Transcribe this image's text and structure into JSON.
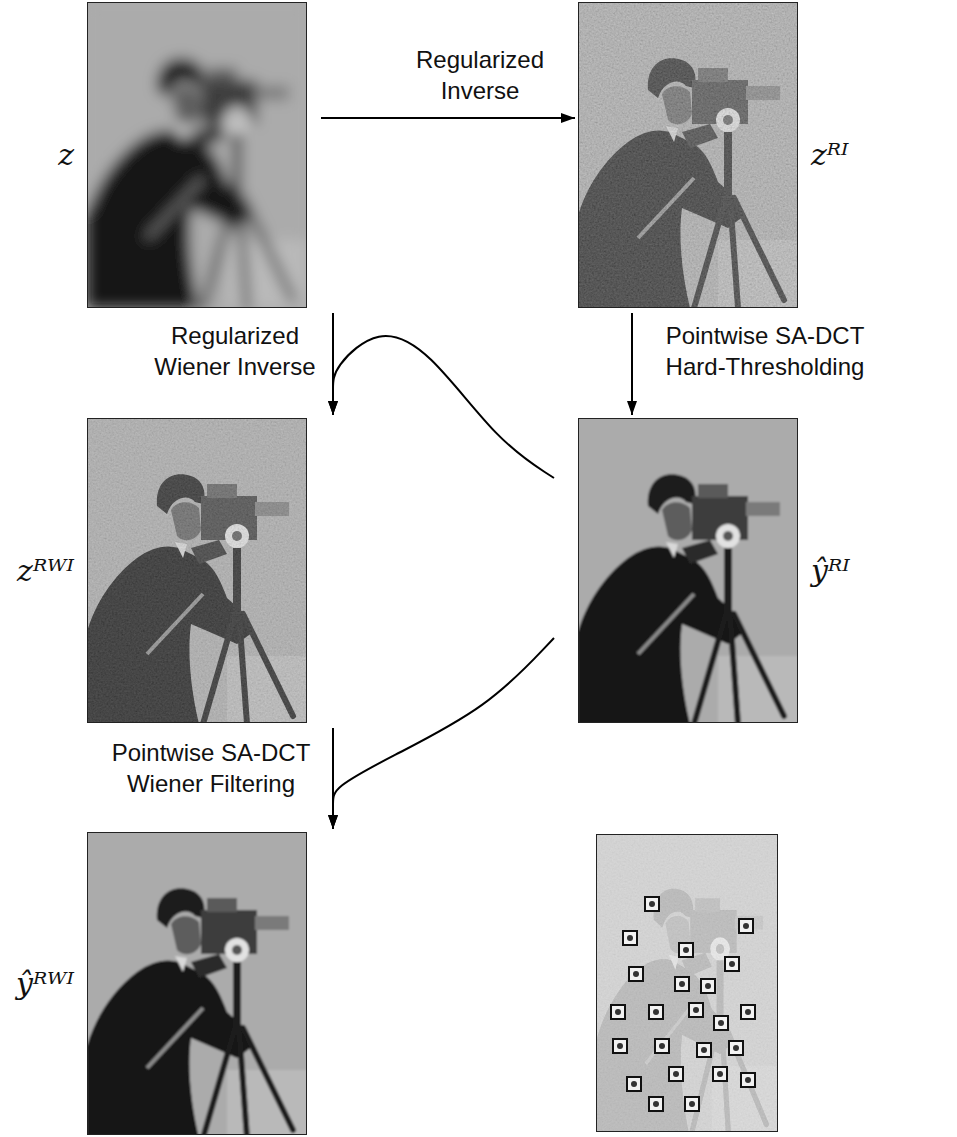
{
  "diagram": {
    "nodes": [
      {
        "text": [
          "z"
        ]
      },
      {
        "text": [
          "zᴿᴵ"
        ]
      },
      {
        "text": [
          "zᴿᵂᴵ"
        ]
      },
      {
        "text": [
          "ŷᴿᴵ"
        ]
      },
      {
        "text": [
          "ŷᴿᵂᴵ"
        ]
      }
    ],
    "edges": [
      {
        "from": 0,
        "to": 1,
        "arrow": "to",
        "label": "Regularized Inverse"
      },
      {
        "from": 1,
        "to": 3,
        "arrow": "to",
        "label": "Pointwise SA-DCT Hard-Thresholding"
      },
      {
        "from": 0,
        "to": 2,
        "arrow": "to",
        "label": "Regularized Wiener Inverse"
      },
      {
        "from": 3,
        "to": 2,
        "arrow": "to"
      },
      {
        "from": 2,
        "to": 4,
        "arrow": "to",
        "label": "Pointwise SA-DCT Wiener Filtering"
      },
      {
        "from": 3,
        "to": 4,
        "arrow": "to"
      }
    ]
  }
}
